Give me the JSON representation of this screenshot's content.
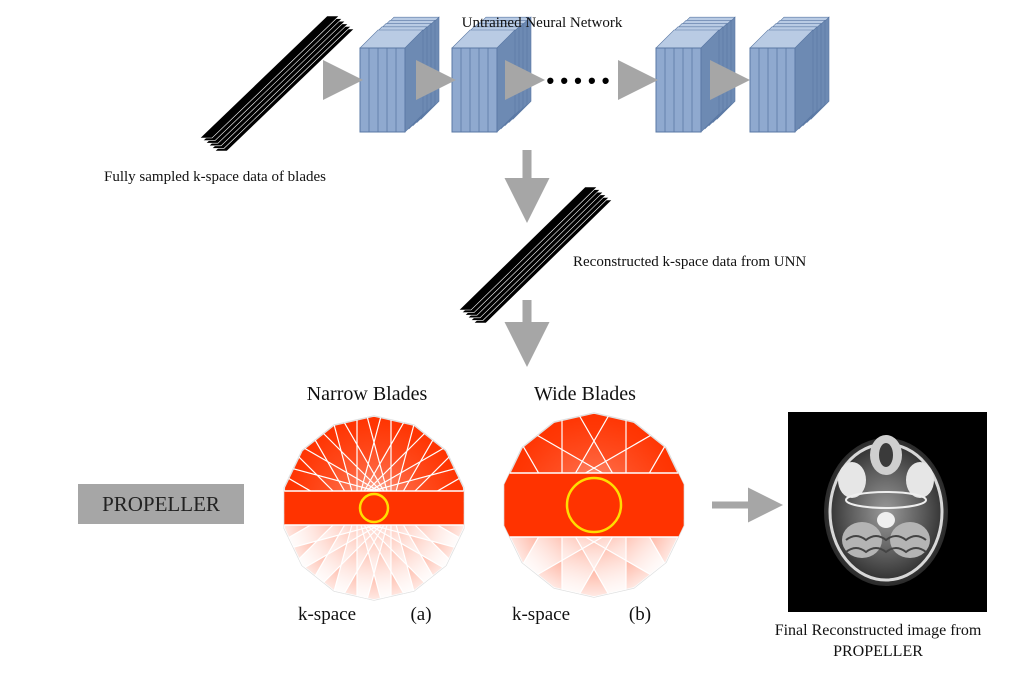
{
  "network": {
    "title": "Untrained Neural Network",
    "ellipsis": "• • • • •"
  },
  "labels": {
    "input": "Fully sampled k-space data of blades",
    "reconstructed": "Reconstructed k-space data from UNN",
    "narrow_title": "Narrow Blades",
    "wide_title": "Wide Blades",
    "kspace_a": "k-space",
    "kspace_b": "k-space",
    "panel_a": "(a)",
    "panel_b": "(b)",
    "propeller": "PROPELLER",
    "final_line1": "Final Reconstructed image from",
    "final_line2": "PROPELLER"
  },
  "colors": {
    "blade_fill": "#ff3300",
    "blade_edge": "#ffffff",
    "center_circle": "#ffdd00",
    "arrow": "#a6a6a6",
    "cube_front": "#8fa9cf",
    "cube_side": "#6d8ab3",
    "cube_top": "#b9cbe4",
    "propeller_box": "#a6a6a6"
  },
  "icons": {
    "kspace_stack": "stacked-kspace-blades",
    "layer": "network-layer-cube",
    "mri": "brain-mri-image"
  }
}
